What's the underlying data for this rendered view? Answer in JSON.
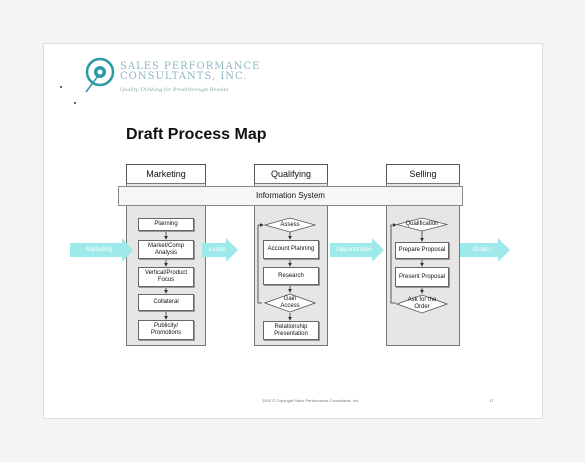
{
  "logo": {
    "line1": "SALES PERFORMANCE",
    "line2": "CONSULTANTS, INC.",
    "tagline": "Quality Thinking for Breakthrough Results"
  },
  "title": "Draft Process Map",
  "columns": [
    {
      "label": "Marketing"
    },
    {
      "label": "Qualifying"
    },
    {
      "label": "Selling"
    }
  ],
  "information_system": "Information System",
  "marketing_steps": [
    "Planning",
    "Market/Comp Analysis",
    "Vertical/Product Focus",
    "Collateral",
    "Publicity/ Promotions"
  ],
  "qualifying_steps": {
    "assess": "Assess",
    "account_planning": "Account Planning",
    "research": "Research",
    "gain_access": "Gain Access",
    "relationship_presentation": "Relationship Presentation"
  },
  "selling_steps": {
    "qualification": "Qualification",
    "prepare_proposal": "Prepare Proposal",
    "present_proposal": "Present Proposal",
    "ask_for_order": "Ask for the Order"
  },
  "flow_arrows": [
    "Marketing",
    "Leads",
    "Opportunities",
    "Orders"
  ],
  "footer": "2003 © Copyright Sales Performance Consultants, Inc.",
  "page_number": "17",
  "colors": {
    "arrow": "#9ee9e9",
    "column_bg": "#e6e6e6",
    "logo_accent": "#2a9aa8"
  }
}
